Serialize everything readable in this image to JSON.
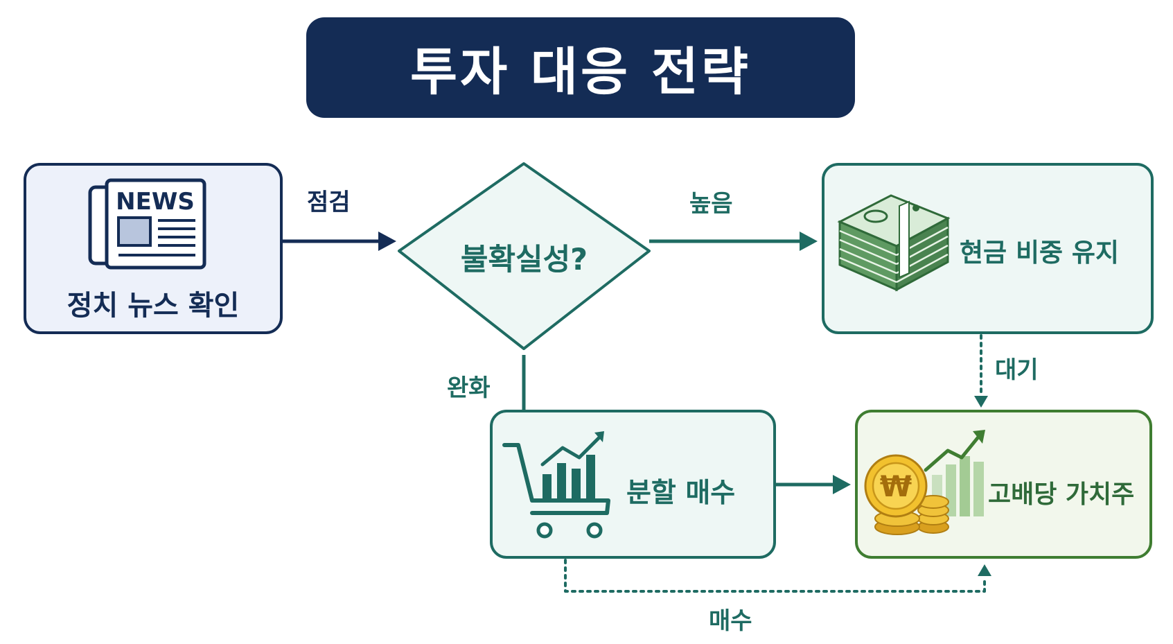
{
  "title": "투자 대응 전략",
  "nodes": {
    "news": {
      "label": "정치 뉴스 확인",
      "icon": "newspaper-icon",
      "icon_text": "NEWS"
    },
    "decision": {
      "label": "불확실성?"
    },
    "cash": {
      "label": "현금 비중 유지",
      "icon": "money-stack-icon"
    },
    "split_buy": {
      "label": "분할 매수",
      "icon": "shopping-cart-chart-icon"
    },
    "dividend": {
      "label": "고배당 가치주",
      "icon": "won-coins-chart-icon",
      "icon_text": "₩"
    }
  },
  "edges": {
    "check": "점검",
    "high": "높음",
    "ease": "완화",
    "wait": "대기",
    "buy": "매수"
  },
  "colors": {
    "navy": "#142c55",
    "teal": "#1e6b62",
    "green": "#3f7d31",
    "money_green": "#5f9a62",
    "coin_gold": "#e8b52a"
  }
}
